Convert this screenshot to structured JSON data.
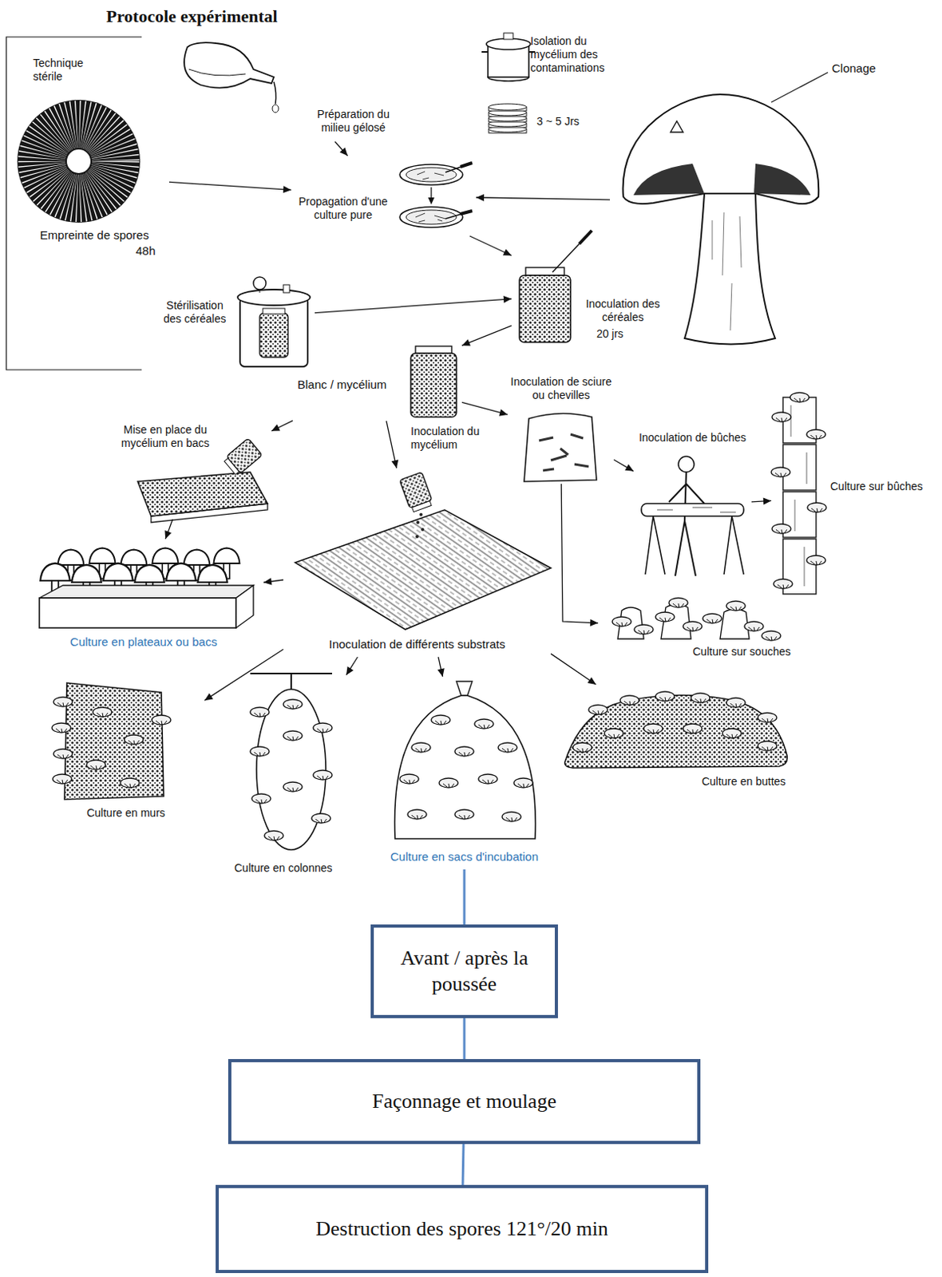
{
  "diagram": {
    "title": "Protocole expérimental",
    "nodes": [
      {
        "text": [
          "Empreinte de spores",
          "48h"
        ]
      },
      {
        "text": [
          "Préparation du milieu gélosé"
        ]
      },
      {
        "text": [
          "Isolation du mycélium des contaminations",
          "3 ~ 5 Jrs"
        ]
      },
      {
        "text": [
          "Clonage"
        ]
      },
      {
        "text": [
          "Propagation d'une culture pure"
        ]
      },
      {
        "text": [
          "Stérilisation des céréales"
        ]
      },
      {
        "text": [
          "Inoculation des céréales",
          "20 jrs"
        ]
      },
      {
        "text": [
          "Blanc / mycélium"
        ]
      },
      {
        "text": [
          "Mise en place du mycélium en bacs"
        ]
      },
      {
        "text": [
          "Inoculation de sciure ou chevilles"
        ]
      },
      {
        "text": [
          "Inoculation de bûches"
        ]
      },
      {
        "text": [
          "Culture sur bûches"
        ]
      },
      {
        "text": [
          "Culture en plateaux ou bacs"
        ]
      },
      {
        "text": [
          "Inoculation de différents substrats"
        ]
      },
      {
        "text": [
          "Culture sur souches"
        ]
      },
      {
        "text": [
          "Culture en murs"
        ]
      },
      {
        "text": [
          "Culture en colonnes"
        ]
      },
      {
        "text": [
          "Culture en sacs d'incubation"
        ]
      },
      {
        "text": [
          "Culture en buttes"
        ]
      },
      {
        "text": [
          "Avant / après la poussée"
        ]
      },
      {
        "text": [
          "Façonnage et moulage"
        ]
      },
      {
        "text": [
          "Destruction des spores 121°/20 min"
        ]
      }
    ],
    "edges": [
      {
        "from": 0,
        "to": 4,
        "arrow": "to"
      },
      {
        "from": 1,
        "to": 4,
        "arrow": "to"
      },
      {
        "from": 3,
        "to": 4,
        "arrow": "to"
      },
      {
        "from": 4,
        "to": 6,
        "arrow": "to"
      },
      {
        "from": 5,
        "to": 6,
        "arrow": "to"
      },
      {
        "from": 6,
        "to": 7,
        "arrow": "to"
      },
      {
        "from": 7,
        "to": 8,
        "arrow": "to"
      },
      {
        "from": 7,
        "to": 13,
        "arrow": "to"
      },
      {
        "from": 7,
        "to": 9,
        "arrow": "to"
      },
      {
        "from": 9,
        "to": 10,
        "arrow": "to"
      },
      {
        "from": 10,
        "to": 11,
        "arrow": "to"
      },
      {
        "from": 9,
        "to": 14,
        "arrow": "to"
      },
      {
        "from": 8,
        "to": 12,
        "arrow": "to"
      },
      {
        "from": 13,
        "to": 12,
        "arrow": "to"
      },
      {
        "from": 13,
        "to": 15,
        "arrow": "to"
      },
      {
        "from": 13,
        "to": 16,
        "arrow": "to"
      },
      {
        "from": 13,
        "to": 17,
        "arrow": "to"
      },
      {
        "from": 13,
        "to": 18,
        "arrow": "to"
      },
      {
        "from": 17,
        "to": 19,
        "arrow": "none"
      },
      {
        "from": 19,
        "to": 20,
        "arrow": "none"
      },
      {
        "from": 20,
        "to": 21,
        "arrow": "none"
      }
    ],
    "labels": [
      "Technique stérile",
      "Inoculation du mycélium"
    ]
  }
}
